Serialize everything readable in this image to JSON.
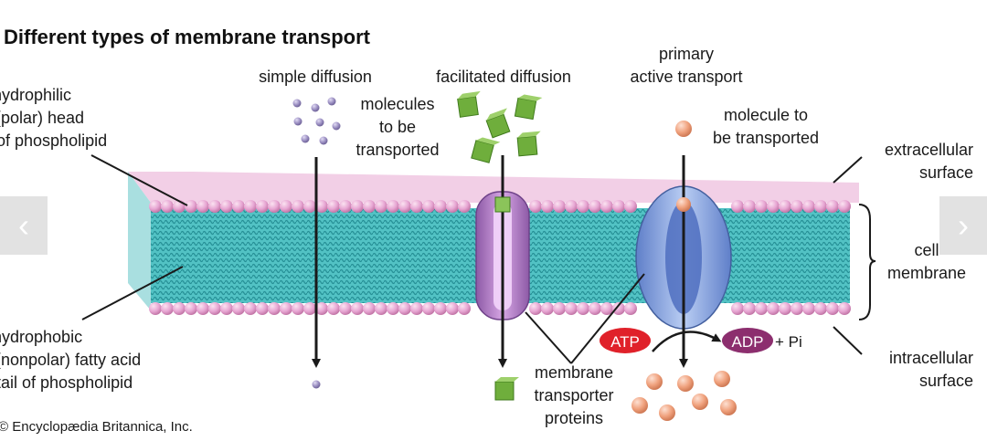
{
  "diagram": {
    "title": "Different types of membrane transport",
    "labels": {
      "simple_diffusion": "simple diffusion",
      "facilitated_diffusion": "facilitated diffusion",
      "primary_line1": "primary",
      "primary_line2": "active transport",
      "molecules_line1": "molecules",
      "molecules_line2": "to be",
      "molecules_line3": "transported",
      "molecule_to_line1": "molecule to",
      "molecule_to_line2": "be transported",
      "hydrophilic_line1": "hydrophilic",
      "hydrophilic_line2": "(polar) head",
      "hydrophilic_line3": "of phospholipid",
      "hydrophobic_line1": "hydrophobic",
      "hydrophobic_line2": "(nonpolar) fatty acid",
      "hydrophobic_line3": "tail of phospholipid",
      "extracellular_line1": "extracellular",
      "extracellular_line2": "surface",
      "cell_membrane_line1": "cell",
      "cell_membrane_line2": "membrane",
      "intracellular_line1": "intracellular",
      "intracellular_line2": "surface",
      "transporter_line1": "membrane",
      "transporter_line2": "transporter",
      "transporter_line3": "proteins",
      "atp": "ATP",
      "adp": "ADP",
      "pi": "+ Pi",
      "copyright": "© Encyclopædia Britannica, Inc."
    },
    "colors": {
      "bilayer_tail": "#3fb8bc",
      "head_pink": "#e7a6d3",
      "small_molecule": "#9b8fc2",
      "green_cube": "#6fae3c",
      "orange_molecule": "#f0a27e",
      "carrier_protein": "#b07ac6",
      "pump_protein": "#7f9ee0",
      "atp_red": "#e0212a",
      "adp_purple": "#8c2e6e"
    }
  },
  "navigation": {
    "prev_icon": "chevron-left-icon",
    "next_icon": "chevron-right-icon",
    "prev_glyph": "‹",
    "next_glyph": "›"
  }
}
